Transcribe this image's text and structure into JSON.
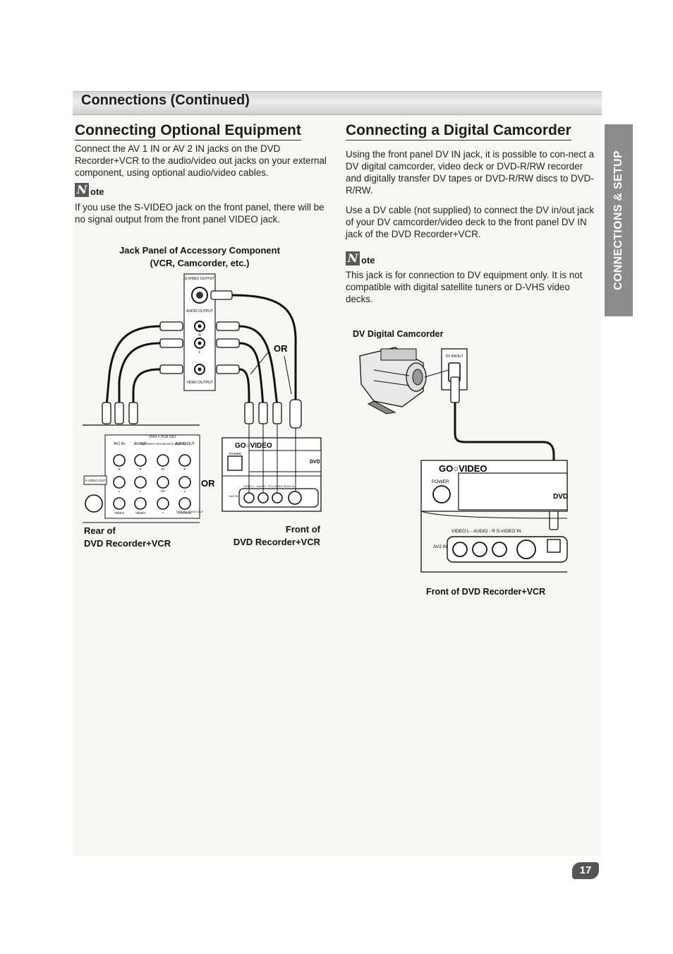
{
  "header": {
    "title": "Connections (Continued)"
  },
  "side_tab": {
    "label": "CONNECTIONS & SETUP"
  },
  "left": {
    "title": "Connecting Optional Equipment",
    "intro": "Connect the AV 1 IN or AV 2 IN jacks on the DVD Recorder+VCR to the audio/video out jacks on your external component, using optional audio/video cables.",
    "note_label": "ote",
    "note_text": "If you use the S-VIDEO jack on the front panel, there will be no signal output from the front panel VIDEO jack.",
    "diagram": {
      "caption_line1": "Jack Panel of Accessory Component",
      "caption_line2": "(VCR, Camcorder, etc.)",
      "jack_labels": {
        "svideo_output": "S-VIDEO OUTPUT",
        "audio_output": "AUDIO OUTPUT",
        "video_output": "VIDEO OUTPUT",
        "r": "R",
        "l": "L"
      },
      "or_top": "OR",
      "or_mid": "OR",
      "rear_panel": {
        "header": "DVD + VCR OUT",
        "columns": [
          "AV1 IN",
          "AV OUT",
          "COMPONENT/ PROGRESSIVE VIDEO OUT",
          "AUDIO OUT"
        ],
        "svideo_out": "S-VIDEO OUT",
        "row_labels": [
          "R",
          "R",
          "Pr",
          "R",
          "L",
          "L",
          "Pb",
          "L",
          "VIDEO",
          "VIDEO",
          "Y",
          "COAXIAL"
        ],
        "digital": "DIGITAL AUDIO OUT"
      },
      "front_panel": {
        "brand": "GO○VIDEO",
        "power": "POWER",
        "jacks": "VIDEO   L - AUDIO - R   S-VIDEO IN   DV IN",
        "av2": "AV2 IN",
        "dvd": "DVD"
      },
      "rear_caption_line1": "Rear of",
      "rear_caption_line2": "DVD Recorder+VCR",
      "front_caption_line1": "Front of",
      "front_caption_line2": "DVD Recorder+VCR"
    }
  },
  "right": {
    "title": "Connecting a Digital Camcorder",
    "para1": "Using the front panel DV IN jack, it is possible to con-nect a DV digital camcorder, video deck or DVD-R/RW recorder and digitally transfer DV tapes or DVD-R/RW discs to DVD-R/RW.",
    "para2": "Use a DV cable (not supplied) to connect the DV in/out jack of your DV camcorder/video deck to the front panel DV IN jack of the DVD Recorder+VCR.",
    "note_label": "ote",
    "note_text": "This jack is for connection to DV equipment only. It is not compatible with digital satellite tuners or D-VHS video decks.",
    "diagram": {
      "camcorder_caption": "DV Digital Camcorder",
      "dv_label": "DV IN/OUT",
      "brand": "GO○VIDEO",
      "power": "POWER",
      "jacks": "VIDEO     L - AUDIO - R     S-VIDEO IN",
      "av2": "AV2 IN",
      "dvd": "DVD",
      "front_caption": "Front of DVD Recorder+VCR"
    }
  },
  "page_number": "17"
}
